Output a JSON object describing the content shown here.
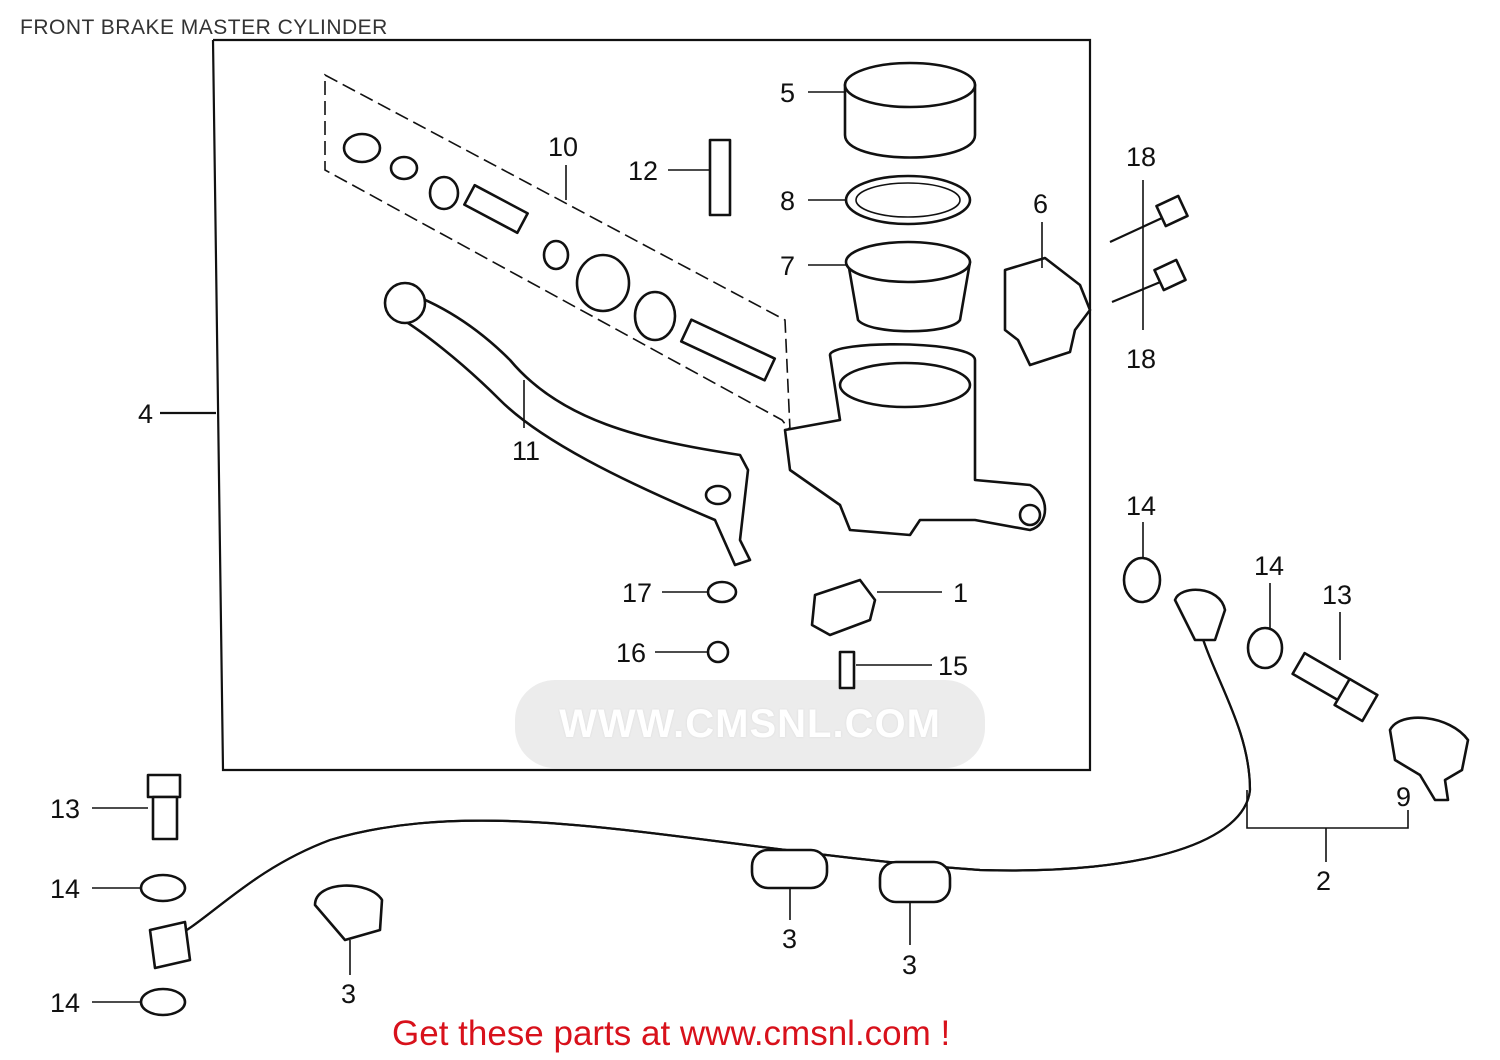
{
  "title": "FRONT BRAKE MASTER CYLINDER",
  "footer": "Get these parts at www.cmsnl.com !",
  "watermark": "WWW.CMSNL.COM",
  "colors": {
    "footer_text": "#d8111b",
    "title_text": "#333333",
    "line_art": "#111111",
    "watermark": "#ececec"
  },
  "callouts": {
    "c1": "1",
    "c2": "2",
    "c3a": "3",
    "c3b": "3",
    "c3c": "3",
    "c4": "4",
    "c5": "5",
    "c6": "6",
    "c7": "7",
    "c8": "8",
    "c9": "9",
    "c10": "10",
    "c11": "11",
    "c12": "12",
    "c13a": "13",
    "c13b": "13",
    "c14a": "14",
    "c14b": "14",
    "c14c": "14",
    "c14d": "14",
    "c15": "15",
    "c16": "16",
    "c17": "17",
    "c18a": "18",
    "c18b": "18"
  }
}
